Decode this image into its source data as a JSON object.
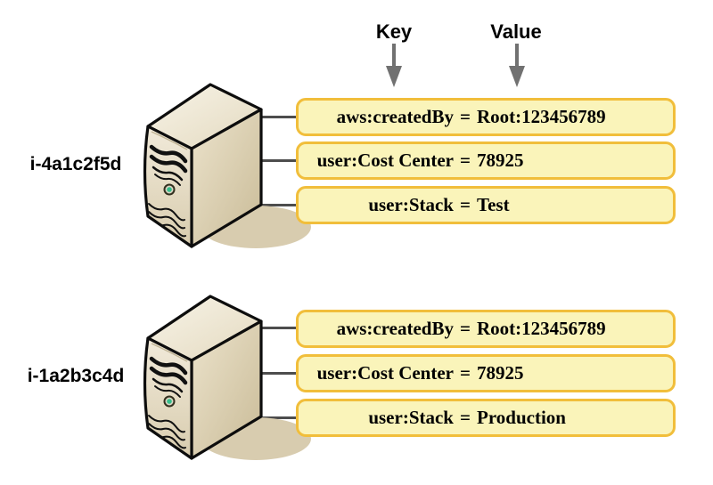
{
  "header": {
    "key_label": "Key",
    "value_label": "Value"
  },
  "separator": "=",
  "instances": [
    {
      "id": "i-4a1c2f5d",
      "tags": [
        {
          "key": "aws:createdBy",
          "value": "Root:123456789"
        },
        {
          "key": "user:Cost Center",
          "value": "78925"
        },
        {
          "key": "user:Stack",
          "value": "Test"
        }
      ]
    },
    {
      "id": "i-1a2b3c4d",
      "tags": [
        {
          "key": "aws:createdBy",
          "value": "Root:123456789"
        },
        {
          "key": "user:Cost Center",
          "value": "78925"
        },
        {
          "key": "user:Stack",
          "value": "Production"
        }
      ]
    }
  ],
  "colors": {
    "tag_fill": "#FAF4BA",
    "tag_border": "#F1BE3B",
    "connector": "#4D4D4D",
    "arrow": "#717171"
  }
}
